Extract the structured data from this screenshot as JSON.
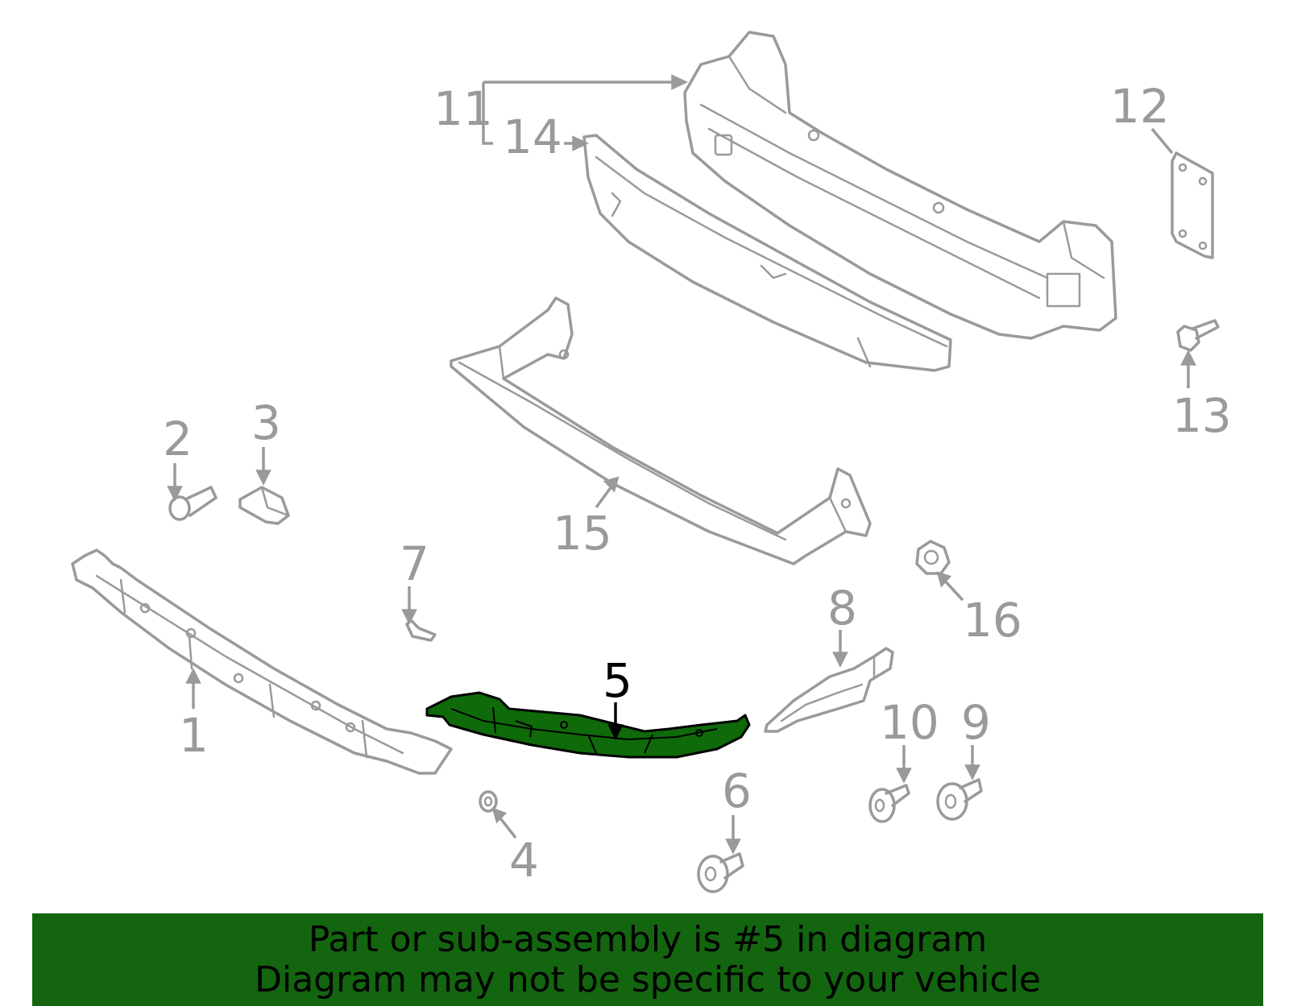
{
  "diagram": {
    "highlight_color": "#0f6a0a",
    "part_color": "#9a9a9a",
    "highlighted_part": "5",
    "callouts": {
      "c1": "1",
      "c2": "2",
      "c3": "3",
      "c4": "4",
      "c5": "5",
      "c6": "6",
      "c7": "7",
      "c8": "8",
      "c9": "9",
      "c10": "10",
      "c11": "11",
      "c12": "12",
      "c13": "13",
      "c14": "14",
      "c15": "15",
      "c16": "16"
    }
  },
  "banner": {
    "line1": "Part or sub-assembly is #5 in diagram",
    "line2": "Diagram may not be specific to your vehicle",
    "background": "#13650f"
  }
}
